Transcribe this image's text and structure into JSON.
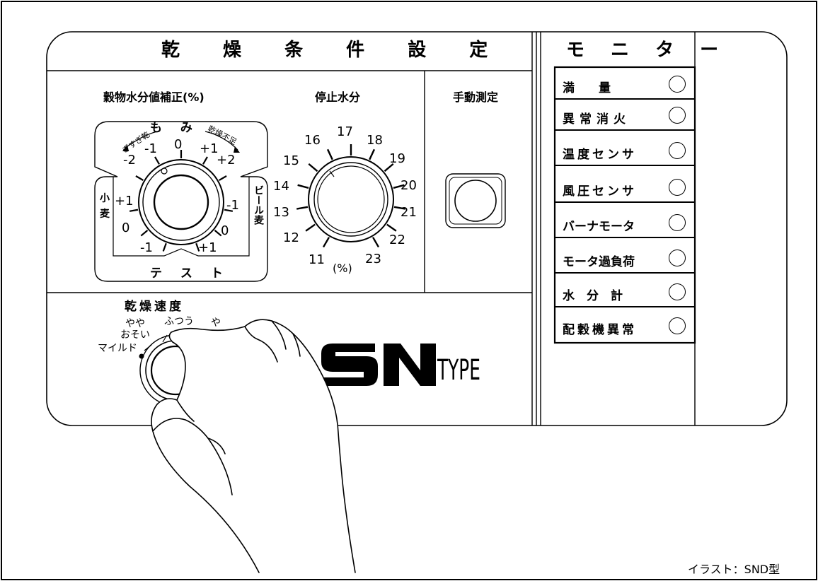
{
  "panel": {
    "section_title": "乾 燥 条 件 設 定",
    "monitor_title": "モ ニ タ ー"
  },
  "grain_correction": {
    "heading": "穀物水分値補正(%)",
    "momi": "も み",
    "test": "テ ス ト",
    "wheat": "小\n麦",
    "barley": "ビール麦",
    "dry_short": "乾燥不足",
    "over_dry": "ぎすぎ乾",
    "ticks_momi": [
      "-2",
      "-1",
      "0",
      "+1",
      "+2"
    ],
    "ticks_wheat": [
      "+1",
      "0",
      "-1"
    ],
    "ticks_barley": [
      "-1",
      "0",
      "+1"
    ]
  },
  "stop_moisture": {
    "heading": "停止水分",
    "ticks": [
      "11",
      "12",
      "13",
      "14",
      "15",
      "16",
      "17",
      "18",
      "19",
      "20",
      "21",
      "22",
      "23"
    ],
    "unit": "(%)"
  },
  "manual_measure": {
    "heading": "手動測定"
  },
  "dry_speed": {
    "heading": "乾燥速度",
    "slow": "やや\nおそい",
    "normal": "ふつう",
    "fast": "や",
    "mild": "マイルド"
  },
  "brand": {
    "logo": "SN",
    "type": "TYPE"
  },
  "monitor": {
    "items": [
      "満　　量",
      "異常消火",
      "温度センサ",
      "風圧センサ",
      "バーナモータ",
      "モータ過負荷",
      "水　分　計",
      "配穀機異常"
    ]
  },
  "caption": "イラスト：SND型"
}
